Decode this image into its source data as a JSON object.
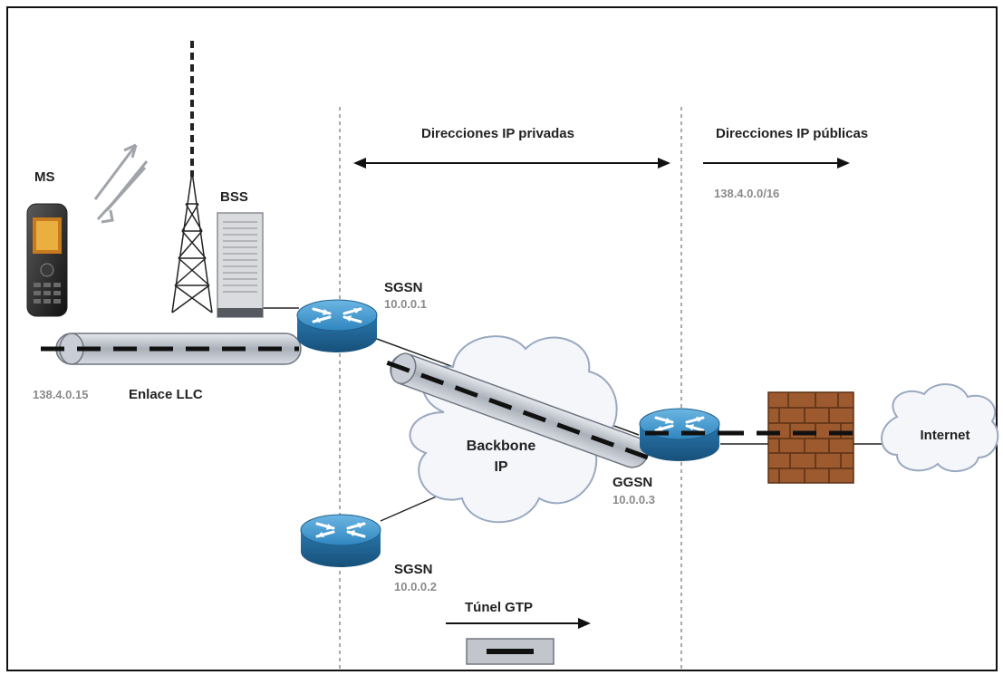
{
  "header": {
    "private_label": "Direcciones IP privadas",
    "public_label": "Direcciones IP públicas",
    "public_range": "138.4.0.0/16"
  },
  "nodes": {
    "ms_label": "MS",
    "bss_label": "BSS",
    "sgsn1_label": "SGSN",
    "sgsn1_ip": "10.0.0.1",
    "sgsn2_label": "SGSN",
    "sgsn2_ip": "10.0.0.2",
    "ggsn_label": "GGSN",
    "ggsn_ip": "10.0.0.3",
    "ms_ip": "138.4.0.15",
    "llc_label": "Enlace LLC",
    "backbone_line1": "Backbone",
    "backbone_line2": "IP",
    "internet_label": "Internet"
  },
  "legend": {
    "gtp_label": "Túnel GTP"
  },
  "colors": {
    "router": "#3b8fc4",
    "router_dark": "#1f5f8c",
    "tube": "#b9bec6",
    "firewall": "#9c5a2e",
    "cloud_stroke": "#9aa8c0"
  },
  "icons": [
    "mobile-phone-icon",
    "radio-waves-icon",
    "antenna-tower-icon",
    "bss-server-icon",
    "router-icon",
    "cloud-icon",
    "firewall-icon"
  ]
}
